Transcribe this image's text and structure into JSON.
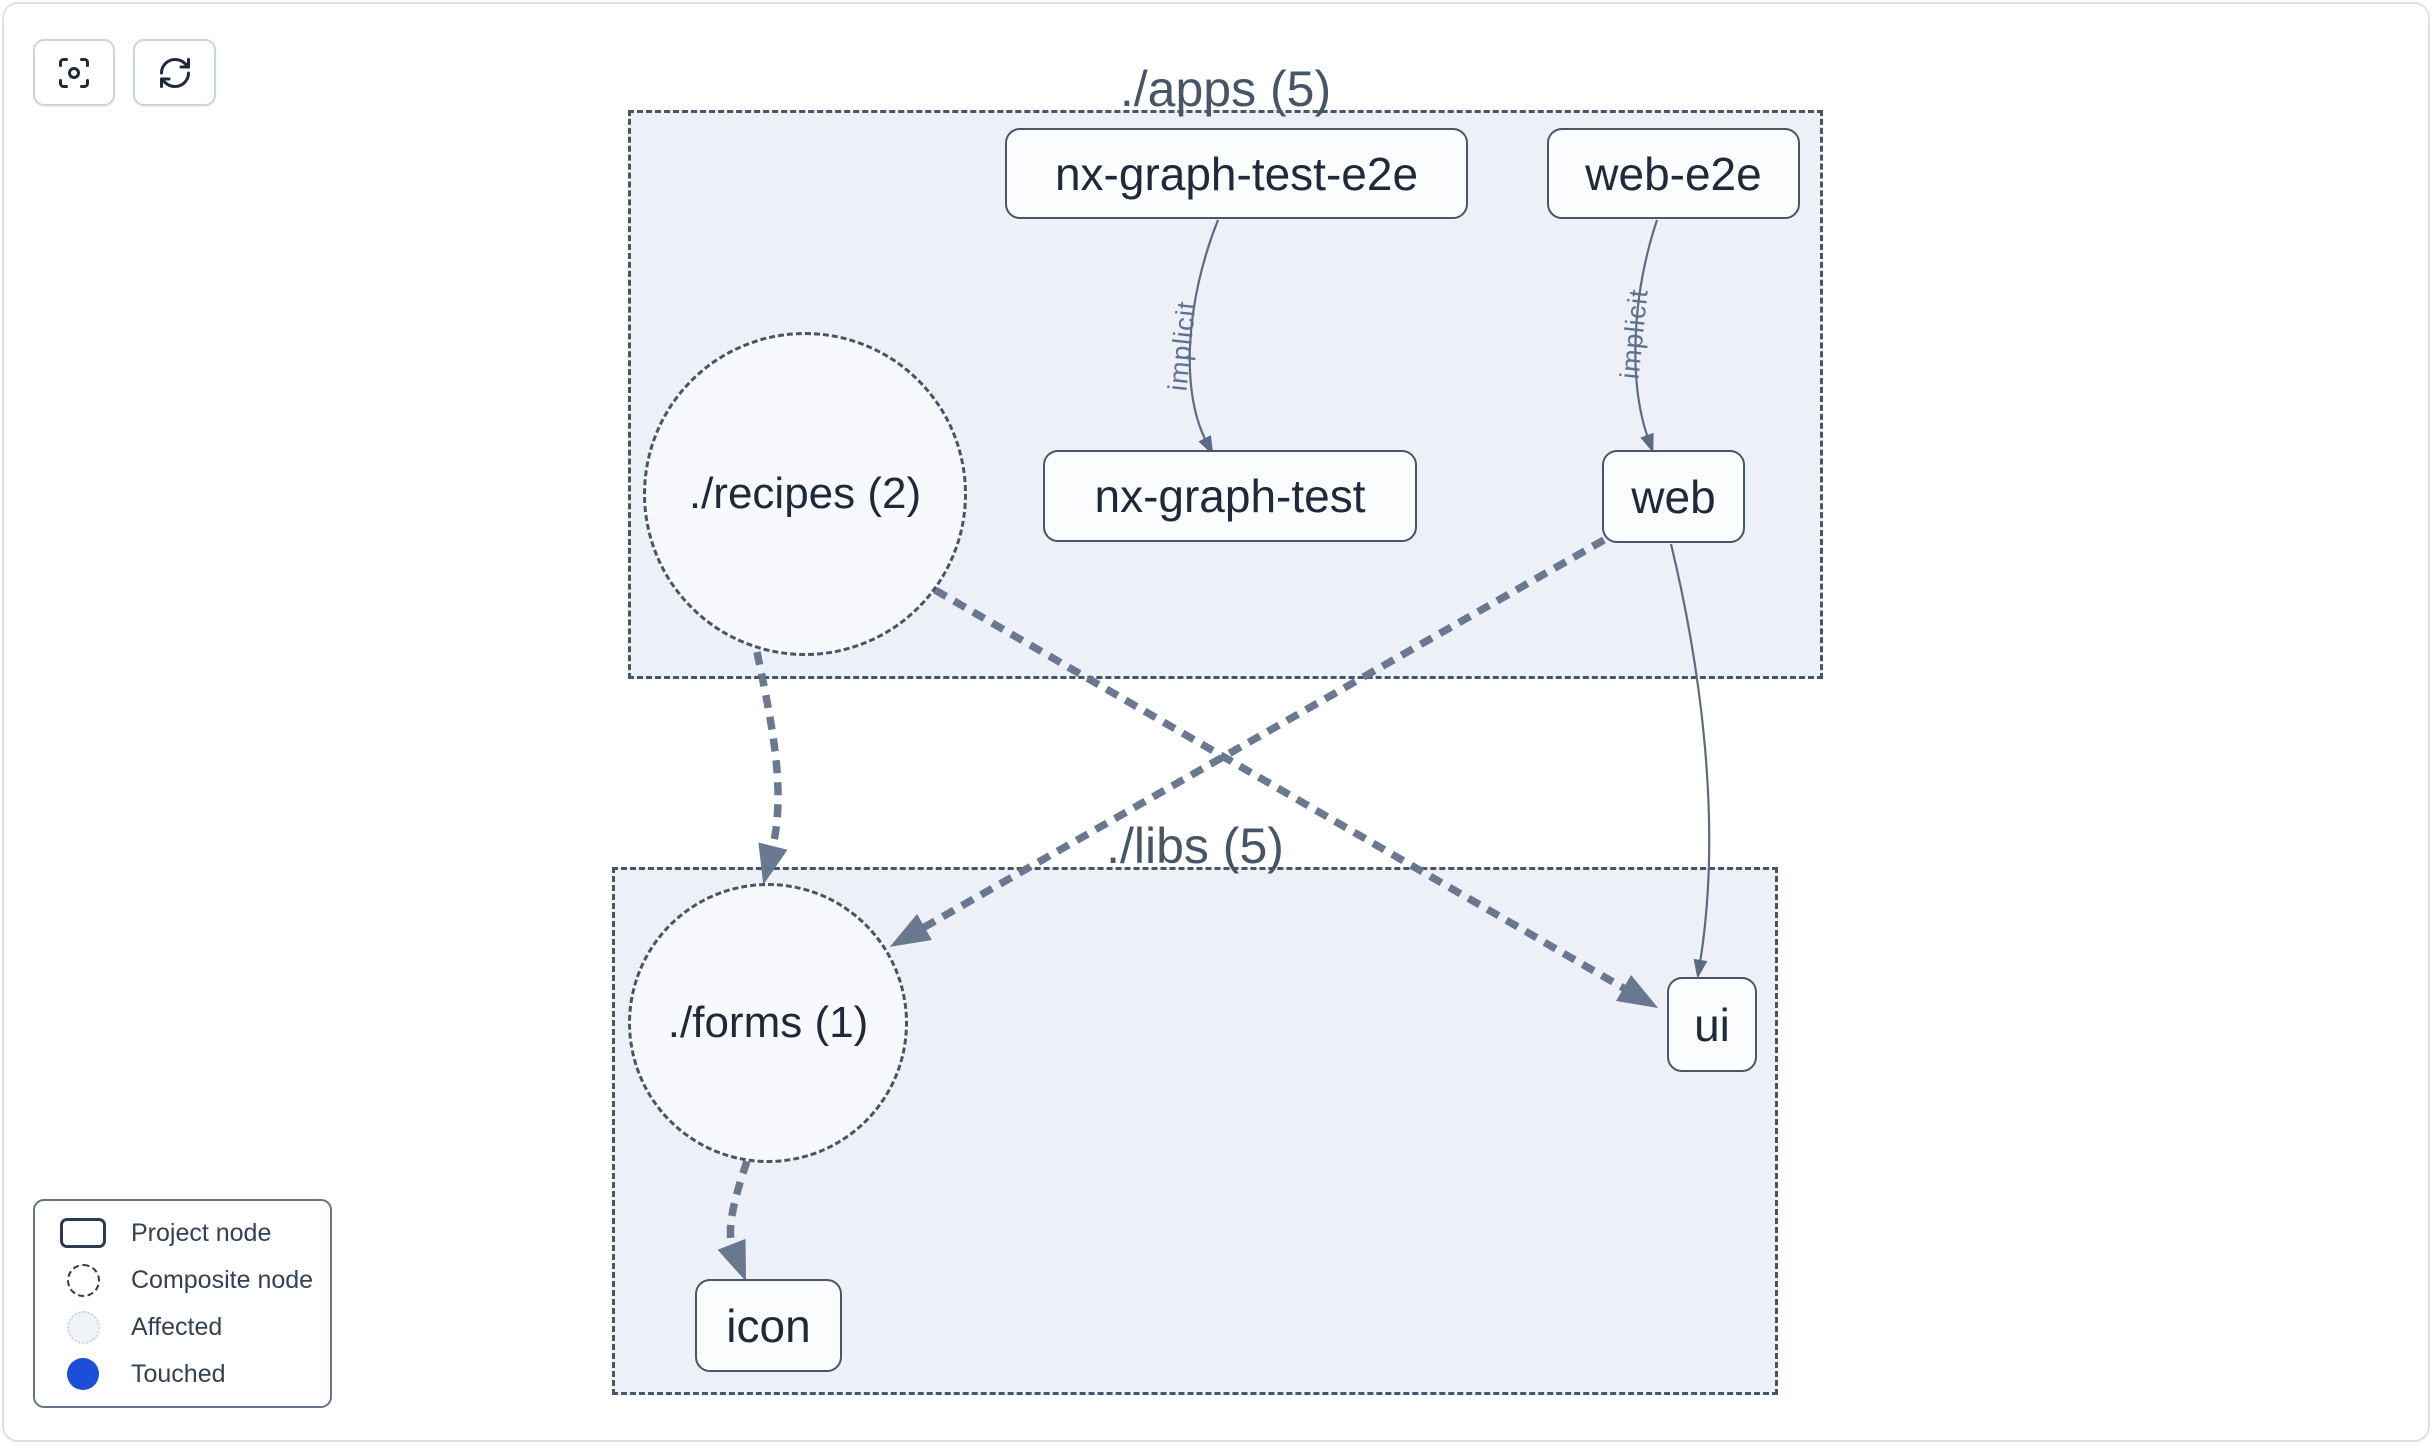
{
  "toolbar": {
    "buttons": [
      {
        "name": "focus",
        "icon": "focus-icon"
      },
      {
        "name": "refresh",
        "icon": "refresh-icon"
      }
    ]
  },
  "groups": [
    {
      "id": "apps",
      "label": "./apps (5)"
    },
    {
      "id": "libs",
      "label": "./libs (5)"
    }
  ],
  "composite_nodes": [
    {
      "id": "recipes",
      "label": "./recipes (2)",
      "group": "apps"
    },
    {
      "id": "forms",
      "label": "./forms (1)",
      "group": "libs"
    }
  ],
  "project_nodes": [
    {
      "id": "nx-graph-test-e2e",
      "label": "nx-graph-test-e2e",
      "group": "apps"
    },
    {
      "id": "web-e2e",
      "label": "web-e2e",
      "group": "apps"
    },
    {
      "id": "nx-graph-test",
      "label": "nx-graph-test",
      "group": "apps"
    },
    {
      "id": "web",
      "label": "web",
      "group": "apps"
    },
    {
      "id": "ui",
      "label": "ui",
      "group": "libs"
    },
    {
      "id": "icon",
      "label": "icon",
      "group": "libs"
    }
  ],
  "edges": [
    {
      "from": "nx-graph-test-e2e",
      "to": "nx-graph-test",
      "label": "implicit",
      "style": "solid-thin"
    },
    {
      "from": "web-e2e",
      "to": "web",
      "label": "implicit",
      "style": "solid-thin"
    },
    {
      "from": "web",
      "to": "ui",
      "label": "",
      "style": "solid-thin"
    },
    {
      "from": "./recipes (2)",
      "to": "./forms (1)",
      "label": "",
      "style": "dashed-thick"
    },
    {
      "from": "./recipes (2)",
      "to": "ui",
      "label": "",
      "style": "dashed-thick"
    },
    {
      "from": "web",
      "to": "./forms (1)",
      "label": "",
      "style": "dashed-thick"
    },
    {
      "from": "./forms (1)",
      "to": "icon",
      "label": "",
      "style": "dashed-thick"
    }
  ],
  "legend": {
    "items": [
      {
        "label": "Project node",
        "swatch": "project-outline"
      },
      {
        "label": "Composite node",
        "swatch": "dashed-circle"
      },
      {
        "label": "Affected",
        "swatch": "light-circle"
      },
      {
        "label": "Touched",
        "swatch": "blue-circle"
      }
    ]
  },
  "colors": {
    "touched_blue": "#1d4ed8",
    "container_fill": "#edf1f7",
    "node_border": "#4a5568",
    "edge_gray": "#64748b",
    "group_label": "#475569",
    "node_text": "#1e293b",
    "affected_fill": "#f0f4f8",
    "affected_border": "#cbd5e1",
    "frame_border": "#dbe0ed"
  }
}
